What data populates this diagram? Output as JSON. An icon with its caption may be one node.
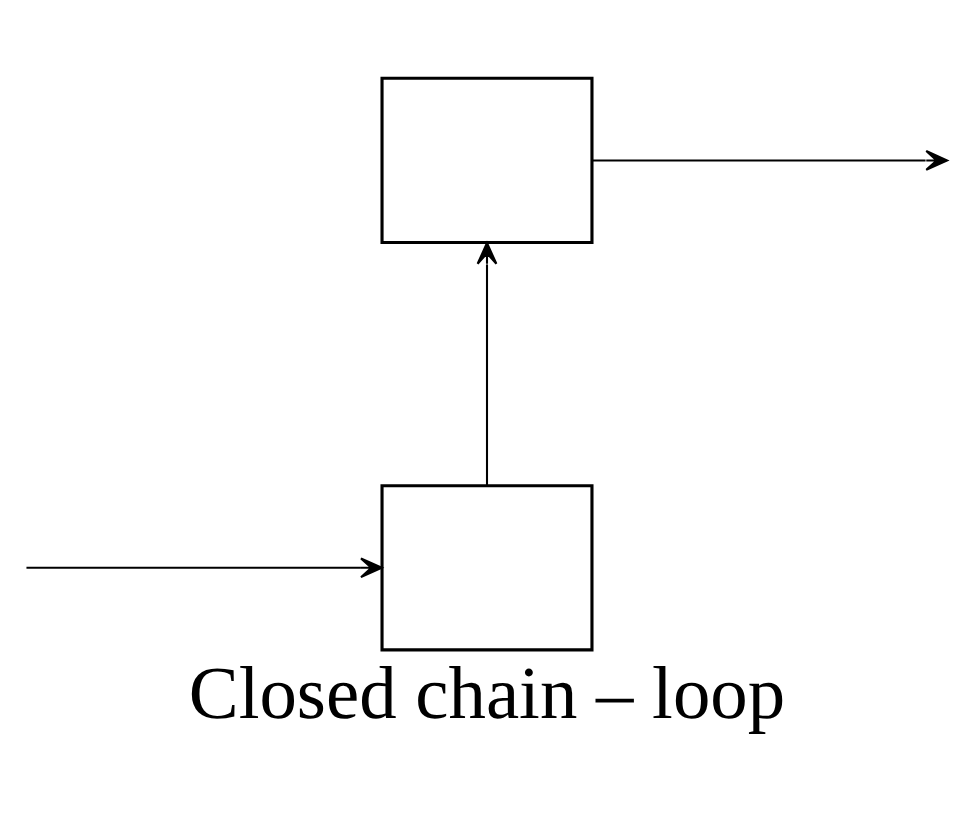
{
  "diagram": {
    "caption": "Closed chain – loop",
    "nodes": [
      {
        "text": [],
        "shape": "box"
      },
      {
        "text": [],
        "shape": "box"
      }
    ],
    "edges": [
      {
        "from": 1,
        "to": 0,
        "arrow": "to"
      },
      {
        "from": 0,
        "to": null,
        "arrow": "to"
      },
      {
        "from": null,
        "to": 1,
        "arrow": "to"
      }
    ]
  }
}
